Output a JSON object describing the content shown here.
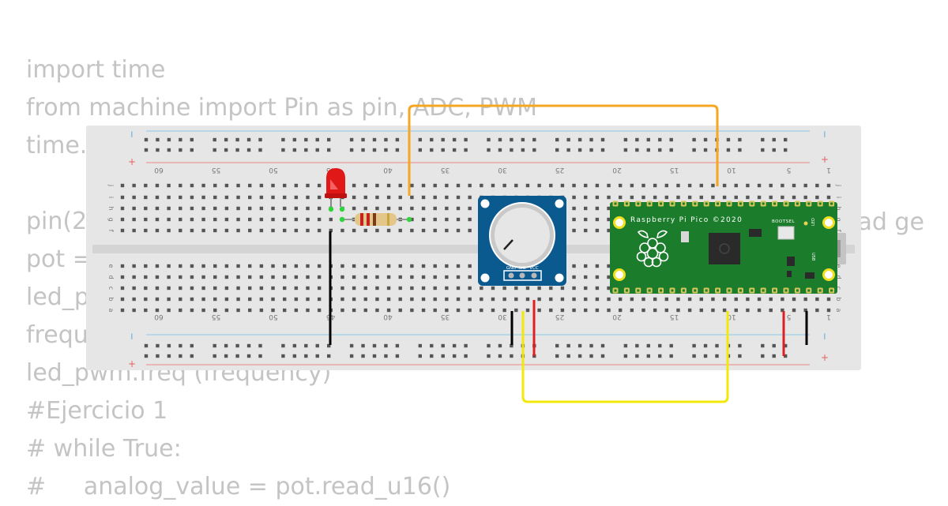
{
  "code": {
    "lines": [
      "import time",
      "from machine import Pin as pin, ADC, PWM",
      "time.",
      "",
      "pin(2",
      "pot =",
      "led_p",
      "frequ",
      "led_pwm.freq (frequency)",
      "#Ejercicio 1",
      "# while True:",
      "#     analog_value = pot.read_u16()"
    ],
    "overflow_fragment": "ead ge"
  },
  "breadboard": {
    "column_numbers": [
      "60",
      "55",
      "50",
      "45",
      "40",
      "35",
      "30",
      "25",
      "20",
      "15",
      "10",
      "5",
      "1"
    ],
    "rows_top": [
      "j",
      "i",
      "h",
      "g",
      "f"
    ],
    "rows_bottom": [
      "e",
      "d",
      "c",
      "b",
      "a"
    ],
    "rail_plus": "+",
    "rail_minus": "−"
  },
  "potentiometer": {
    "pin_labels": [
      "GND",
      "SIG",
      "VCC"
    ]
  },
  "pico": {
    "title": "Raspberry Pi Pico ©2020",
    "bootsel_label": "BOOTSEL",
    "led_label": "LED",
    "usb_label": "USB"
  },
  "colors": {
    "breadboard": "#e6e6e6",
    "pico_board": "#1b7d2c",
    "pot_board": "#0b5a8f",
    "wire_orange": "#f5a623",
    "wire_yellow": "#f2e80a",
    "wire_red": "#e02020",
    "wire_black": "#000000",
    "led": "#e01818"
  }
}
